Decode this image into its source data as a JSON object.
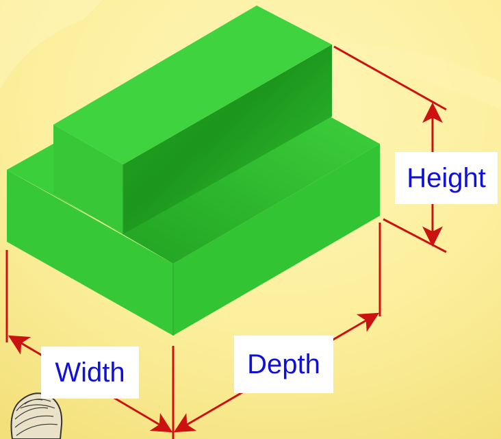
{
  "labels": {
    "height": "Height",
    "width": "Width",
    "depth": "Depth"
  },
  "colors": {
    "background": "#fbee9a",
    "dimension_line": "#cc1111",
    "label_text": "#1010d8",
    "label_background": "#ffffff",
    "block_face": "#33cc33",
    "block_top": "#3fd33f",
    "block_shadow": "#1f9a1f"
  },
  "icons": {
    "figure": "person-head-sketch-icon"
  }
}
